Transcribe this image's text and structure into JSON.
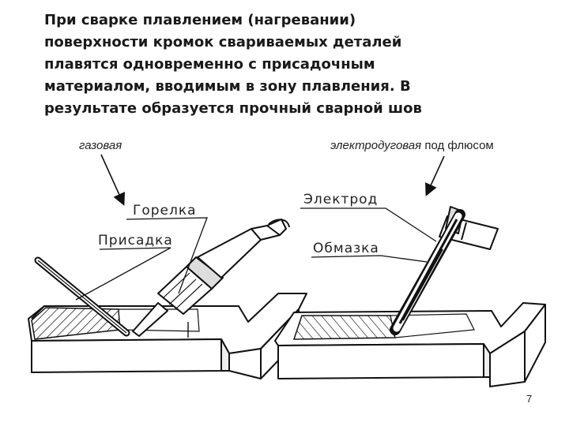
{
  "title_lines": [
    "При сварке плавлением (нагревании)",
    "поверхности кромок свариваемых деталей",
    "плавятся одновременно с присадочным",
    "материалом, вводимым в зону плавления. В",
    "результате образуется прочный сварной шов"
  ],
  "captions": {
    "left": "газовая",
    "right_italic": "электродуговая",
    "right_plain": " под флюсом"
  },
  "labels": {
    "torch": "Горелка",
    "filler": "Присадка",
    "electrode": "Электрод",
    "coating": "Обмазка"
  },
  "page_number": "7"
}
